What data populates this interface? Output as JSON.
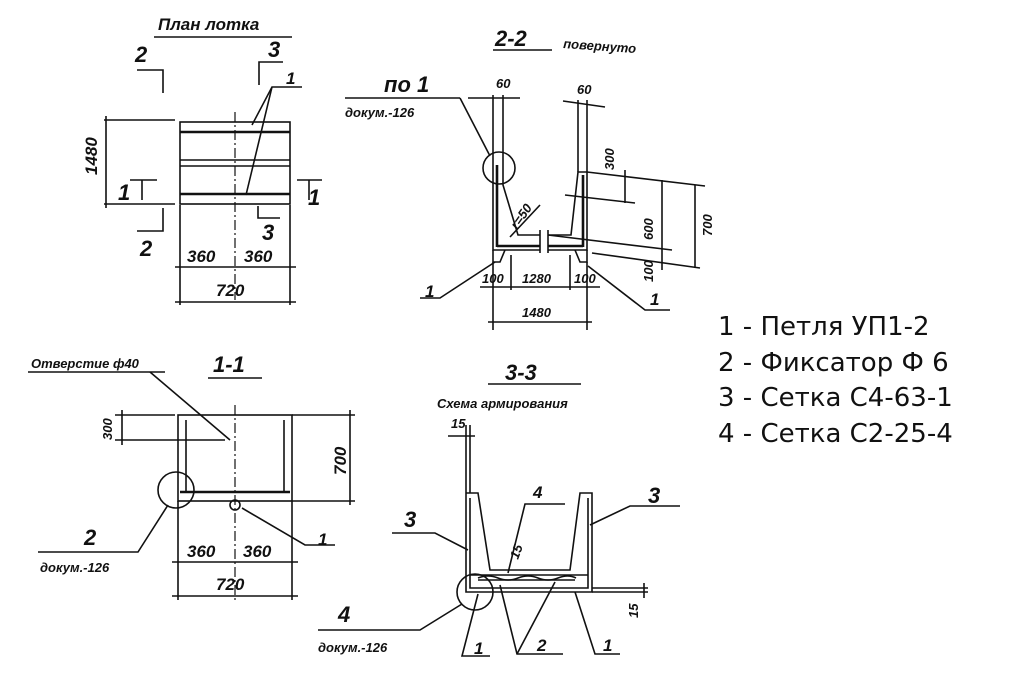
{
  "plan": {
    "title": "План лотка",
    "section_2_top": "2",
    "section_2_bottom": "2",
    "section_3_top": "3",
    "section_3_bottom": "3",
    "section_1_left": "1",
    "section_1_right": "1",
    "callout_1": "1",
    "dim_height": "1480",
    "dim_half_left": "360",
    "dim_half_right": "360",
    "dim_width": "720"
  },
  "section_2_2": {
    "title": "2-2",
    "subtitle": "повернуто",
    "ref_top": "по 1",
    "ref_doc": "докум.-126",
    "dim_wall_left": "60",
    "dim_wall_right": "60",
    "dim_300": "300",
    "dim_600": "600",
    "dim_700": "700",
    "dim_100_side": "100",
    "dim_bottom_left": "100",
    "dim_bottom_mid": "1280",
    "dim_bottom_right": "100",
    "dim_total": "1480",
    "radius": "r=50",
    "callout_left": "1",
    "callout_right": "1"
  },
  "section_1_1": {
    "title": "1-1",
    "hole_label": "Отверстие ф40",
    "dim_300": "300",
    "dim_700": "700",
    "dim_half_left": "360",
    "dim_half_right": "360",
    "dim_width": "720",
    "callout_2": "2",
    "callout_2_doc": "докум.-126",
    "callout_1": "1"
  },
  "section_3_3": {
    "title": "3-3",
    "subtitle": "Схема армирования",
    "dim_top": "15",
    "dim_inner": "15",
    "dim_bottom": "15",
    "callout_3_left": "3",
    "callout_3_right": "3",
    "callout_4": "4",
    "callout_1_left": "1",
    "callout_2": "2",
    "callout_1_right": "1",
    "ref_4": "4",
    "ref_doc": "докум.-126"
  },
  "legend": [
    "1 - Петля УП1-2",
    "2 - Фиксатор Ф 6",
    "3 - Сетка С4-63-1",
    "4 - Сетка С2-25-4"
  ]
}
